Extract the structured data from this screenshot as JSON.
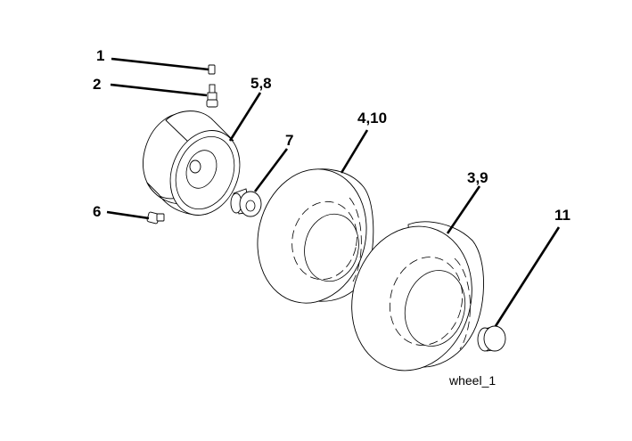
{
  "diagram": {
    "callouts": {
      "c1": "1",
      "c2": "2",
      "c58": "5,8",
      "c7": "7",
      "c410": "4,10",
      "c39": "3,9",
      "c6": "6",
      "c11": "11"
    },
    "caption": "wheel_1"
  }
}
